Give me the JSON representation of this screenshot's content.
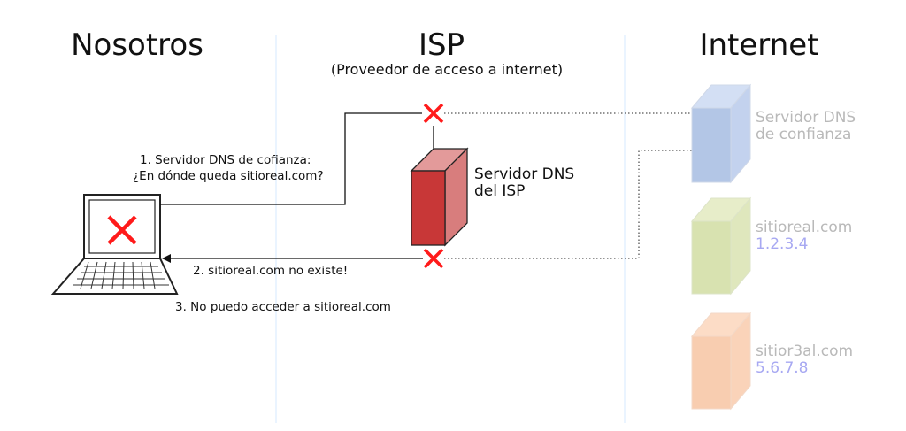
{
  "columns": {
    "left": {
      "title": "Nosotros"
    },
    "center": {
      "title": "ISP",
      "subtitle": "(Proveedor de acceso a internet)"
    },
    "right": {
      "title": "Internet"
    }
  },
  "messages": {
    "query_line1": "1. Servidor DNS de cofianza:",
    "query_line2": "¿En dónde queda sitioreal.com?",
    "response": "2. sitioreal.com no existe!",
    "result": "3. No puedo acceder a sitioreal.com"
  },
  "isp_server": {
    "label_line1": "Servidor DNS",
    "label_line2": "del ISP",
    "color": "#c83737"
  },
  "internet_servers": [
    {
      "label_line1": "Servidor DNS",
      "label_line2": "de confianza",
      "color": "#b4c5e4"
    },
    {
      "label_line1": "sitioreal.com",
      "label_line2": "1.2.3.4",
      "color": "#d8e2b0"
    },
    {
      "label_line1": "sitior3al.com",
      "label_line2": "5.6.7.8",
      "color": "#f8cdb0"
    }
  ],
  "colors": {
    "block_mark": "#ff1a1a",
    "divider": "#d6e8ff"
  }
}
